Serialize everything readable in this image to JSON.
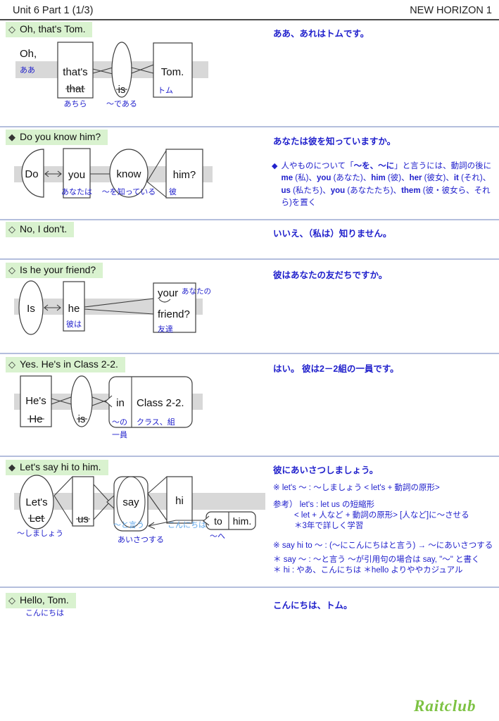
{
  "header": {
    "title": "Unit 6 Part 1 (1/3)",
    "textbook": "NEW HORIZON 1"
  },
  "footer": {
    "logo": "Raitclub"
  },
  "colors": {
    "accent_blue": "#2121cc",
    "light_blue": "#5ea6e8",
    "highlight_green": "#d9f2cf",
    "divider": "#b4bedd",
    "band_gray": "#d8d8d8",
    "logo_green": "#7dc243"
  },
  "sections": [
    {
      "marker": "◇",
      "sentence": "Oh, that's Tom.",
      "translation": "ああ、あれはトムです。"
    },
    {
      "marker": "◆",
      "sentence": "Do you know him?",
      "translation": "あなたは彼を知っていますか。",
      "note_bullet": "◆",
      "note_segments": [
        "人やものについて「",
        "～を、～に",
        "」と言うには、動詞の後に ",
        "me",
        " (私)、",
        "you",
        " (あなた)、",
        "him",
        " (彼)、",
        "her",
        " (彼女)、",
        "it",
        " (それ)、",
        "us",
        " (私たち)、",
        "you",
        " (あなたたち)、",
        "them",
        " (彼・彼女ら、それら)を置く"
      ]
    },
    {
      "marker": "◇",
      "sentence": "No, I don't.",
      "translation": "いいえ、（私は）知りません。"
    },
    {
      "marker": "◇",
      "sentence": "Is he your friend?",
      "translation": "彼はあなたの友だちですか。"
    },
    {
      "marker": "◇",
      "sentence": "Yes. He's in Class 2-2.",
      "translation": "はい。 彼は2－2組の一員です。"
    },
    {
      "marker": "◆",
      "sentence": "Let's say hi to him.",
      "translation": "彼にあいさつしましょう。",
      "notes": [
        "※ let's ～ :  ～しましょう  < let's + 動詞の原形>",
        "参考） let's :  let us の短縮形",
        "< let + 人など + 動詞の原形>  [人など]に～させる",
        "＊3年で詳しく学習",
        "※ say hi to ～ :  (～にこんにちはと言う) →  ～にあいさつする",
        "＊ say ～ :  ～と言う  ～が引用句の場合は say, \"～\" と書く",
        "＊ hi :  やあ、こんにちは  ＊hello よりややカジュアル"
      ]
    },
    {
      "marker": "◇",
      "sentence": "Hello, Tom.",
      "translation": "こんにちは、トム。",
      "gloss": "こんにちは"
    }
  ],
  "diagrams": {
    "d1": {
      "intro": "Oh,",
      "intro_gloss": "ああ",
      "subj": "that's",
      "subj_strike": "that",
      "subj_gloss": "あちら",
      "verb": "is",
      "verb_gloss": "～である",
      "comp": "Tom.",
      "comp_gloss": "トム"
    },
    "d2": {
      "aux": "Do",
      "subj": "you",
      "subj_gloss": "あなたは",
      "verb": "know",
      "verb_gloss": "～を知っている",
      "obj": "him?",
      "obj_gloss": "彼"
    },
    "d4": {
      "aux": "Is",
      "subj": "he",
      "subj_gloss": "彼は",
      "det": "your",
      "det_gloss": "あなたの",
      "noun": "friend?",
      "noun_gloss": "友達"
    },
    "d5": {
      "subj": "He's",
      "subj_strike": "He",
      "verb": "is",
      "prep": "in",
      "prep_gloss_1": "～の",
      "prep_gloss_2": "一員",
      "obj": "Class 2-2.",
      "obj_gloss": "クラス、組"
    },
    "d6": {
      "verb1": "Let's",
      "verb1_strike": "Let",
      "verb1_gloss": "～しましょう",
      "obj1": "us",
      "verb2": "say",
      "verb2_gloss": "～と言う",
      "obj2": "hi",
      "obj2_gloss": "こんにちは",
      "phrase_gloss": "あいさつする",
      "prep": "to",
      "prep_obj": "him.",
      "prep_gloss": "～へ"
    }
  }
}
